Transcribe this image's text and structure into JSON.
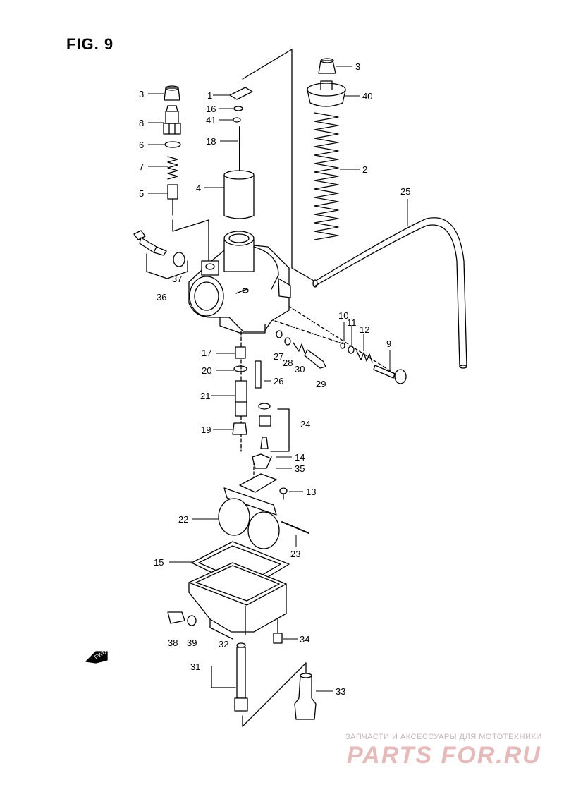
{
  "figure": {
    "title": "FIG. 9"
  },
  "direction_marker": {
    "label": "FWD"
  },
  "watermark": {
    "caption": "ЗАПЧАСТИ И АКСЕССУАРЫ ДЛЯ МОТОТЕХНИКИ",
    "brand": "PARTS FOR.RU"
  },
  "callouts": [
    "1",
    "16",
    "41",
    "18",
    "4",
    "3",
    "8",
    "6",
    "7",
    "5",
    "36",
    "37",
    "3",
    "40",
    "2",
    "25",
    "10",
    "11",
    "12",
    "9",
    "17",
    "27",
    "28",
    "30",
    "29",
    "20",
    "26",
    "21",
    "19",
    "24",
    "14",
    "35",
    "13",
    "22",
    "23",
    "15",
    "38",
    "39",
    "34",
    "32",
    "31",
    "33"
  ],
  "colors": {
    "line": "#000000",
    "paper": "#ffffff",
    "watermark": "#e8b9b9"
  }
}
